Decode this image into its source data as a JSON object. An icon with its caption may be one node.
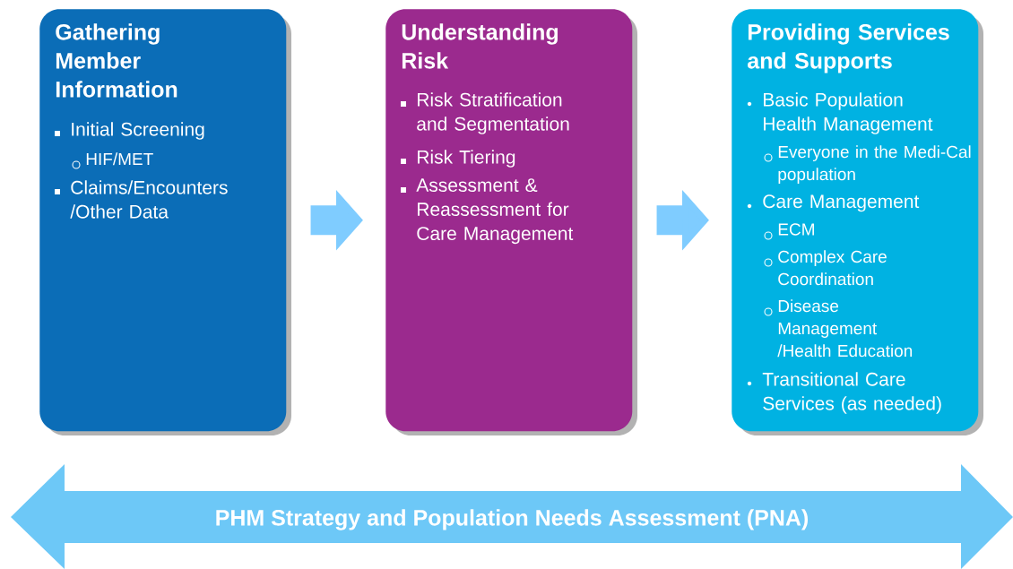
{
  "diagram": {
    "nodes": [
      {
        "text": [
          "Gathering Member Information",
          "Initial Screening",
          "HIF/MET",
          "Claims/Encounters /Other Data"
        ]
      },
      {
        "text": [
          "Understanding Risk",
          "Risk Stratification and Segmentation",
          "Risk Tiering",
          "Assessment & Reassessment for Care Management"
        ]
      },
      {
        "text": [
          "Providing Services and Supports",
          "Basic Population Health Management",
          "Everyone in the Medi-Cal population",
          "Care Management",
          "ECM",
          "Complex Care Coordination",
          "Disease Management /Health Education",
          "Transitional Care Services (as needed)"
        ]
      },
      {
        "text": [
          "PHM Strategy and Population Needs Assessment (PNA)"
        ]
      }
    ],
    "edges": [
      {
        "from": 0,
        "to": 1,
        "arrow": "to"
      },
      {
        "from": 1,
        "to": 2,
        "arrow": "to"
      }
    ]
  }
}
